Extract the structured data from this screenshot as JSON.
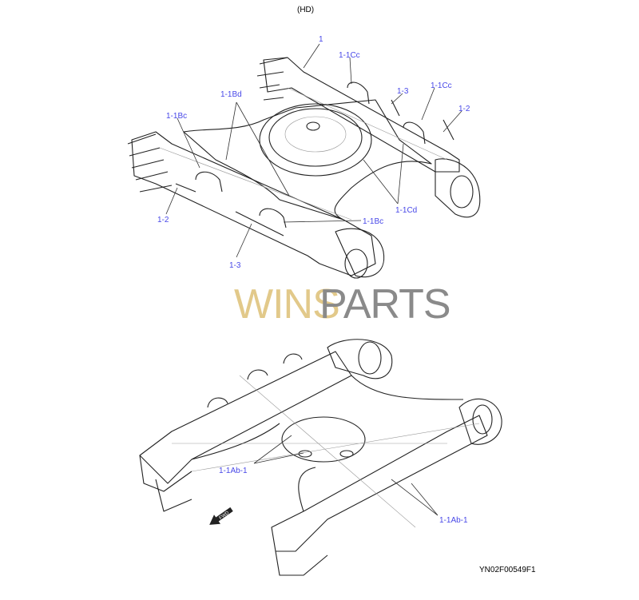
{
  "title": "(HD)",
  "figure_id": "YN02F00549F1",
  "watermark": {
    "part1": "WINS",
    "part2": "PARTS"
  },
  "direction_marker": "FWD",
  "labels_top": [
    {
      "id": "1",
      "text": "1"
    },
    {
      "id": "1-1Cc-a",
      "text": "1-1Cc"
    },
    {
      "id": "1-3-a",
      "text": "1-3"
    },
    {
      "id": "1-1Cc-b",
      "text": "1-1Cc"
    },
    {
      "id": "1-2-a",
      "text": "1-2"
    },
    {
      "id": "1-1Bd",
      "text": "1-1Bd"
    },
    {
      "id": "1-1Bc-a",
      "text": "1-1Bc"
    },
    {
      "id": "1-2-b",
      "text": "1-2"
    },
    {
      "id": "1-1Cd",
      "text": "1-1Cd"
    },
    {
      "id": "1-1Bc-b",
      "text": "1-1Bc"
    },
    {
      "id": "1-3-b",
      "text": "1-3"
    }
  ],
  "labels_bottom": [
    {
      "id": "1-1Ab-1-a",
      "text": "1-1Ab-1"
    },
    {
      "id": "1-1Ab-1-b",
      "text": "1-1Ab-1"
    }
  ]
}
